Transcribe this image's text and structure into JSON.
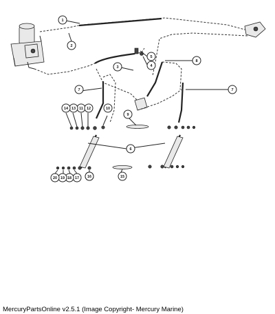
{
  "caption": "MercuryPartsOnline v2.5.1 (Image Copyright- Mercury Marine)",
  "callouts": [
    "1",
    "2",
    "3",
    "4",
    "5",
    "6",
    "7",
    "7",
    "8",
    "9",
    "10",
    "11",
    "12",
    "13",
    "14",
    "15",
    "16",
    "16",
    "17",
    "18",
    "19",
    "20"
  ]
}
